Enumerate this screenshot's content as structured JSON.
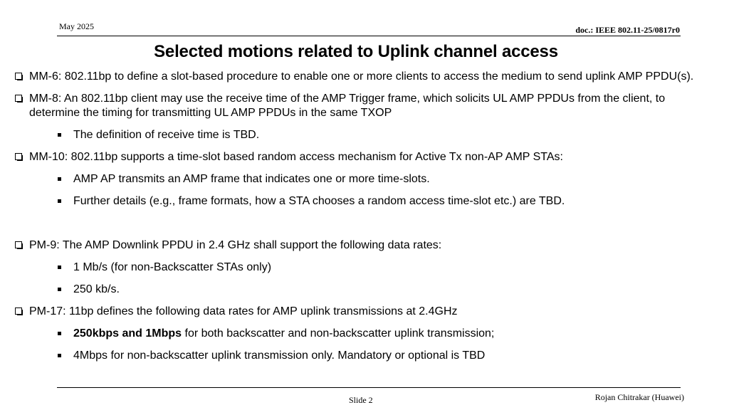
{
  "header": {
    "date": "May 2025",
    "doc": "doc.: IEEE 802.11-25/0817r0"
  },
  "title": "Selected motions related to Uplink channel access",
  "items": {
    "mm6": "MM-6: 802.11bp to define a slot-based procedure to enable one or more clients to access the medium to send uplink AMP PPDU(s).",
    "mm8": "MM-8: An 802.11bp client may use the receive time of the AMP Trigger frame, which solicits UL AMP PPDUs from the client, to determine the timing for transmitting UL AMP PPDUs in the same TXOP",
    "mm8_sub1": "The definition of receive time is TBD.",
    "mm10": "MM-10: 802.11bp supports a time-slot based random access mechanism for Active Tx non-AP AMP STAs:",
    "mm10_sub1": "AMP AP transmits an AMP frame that indicates one or more time-slots.",
    "mm10_sub2": "Further details (e.g., frame formats, how a STA chooses a random access time-slot etc.) are TBD.",
    "pm9": "PM-9: The AMP Downlink PPDU in 2.4 GHz shall support the following data rates:",
    "pm9_sub1": "1 Mb/s (for non-Backscatter STAs only)",
    "pm9_sub2": "250 kb/s.",
    "pm17": "PM-17: 11bp defines the following data rates for AMP uplink transmissions at 2.4GHz",
    "pm17_sub1_bold": "250kbps and 1Mbps",
    "pm17_sub1_rest": " for both backscatter and non-backscatter uplink transmission;",
    "pm17_sub2": "4Mbps for non-backscatter uplink transmission only. Mandatory or optional is TBD"
  },
  "footer": {
    "slide": "Slide 2",
    "author": "Rojan Chitrakar (Huawei)"
  }
}
